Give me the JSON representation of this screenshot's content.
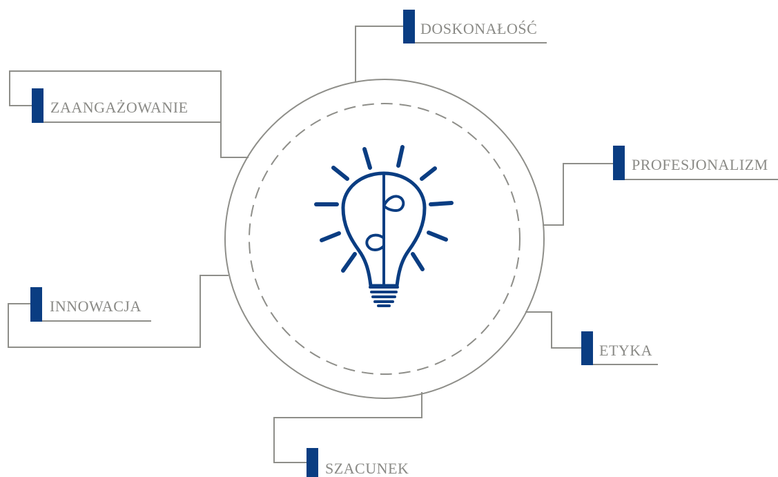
{
  "colors": {
    "accent": "#0a3d82",
    "line": "#8e8e89",
    "text": "#8a8a86"
  },
  "center_icon": "lightbulb-puzzle-icon",
  "values": {
    "doskonalosc": "DOSKONAŁOŚĆ",
    "zaangazowanie": "ZAANGAŻOWANIE",
    "profesjonalizm": "PROFESJONALIZM",
    "innowacja": "INNOWACJA",
    "etyka": "ETYKA",
    "szacunek": "SZACUNEK"
  }
}
